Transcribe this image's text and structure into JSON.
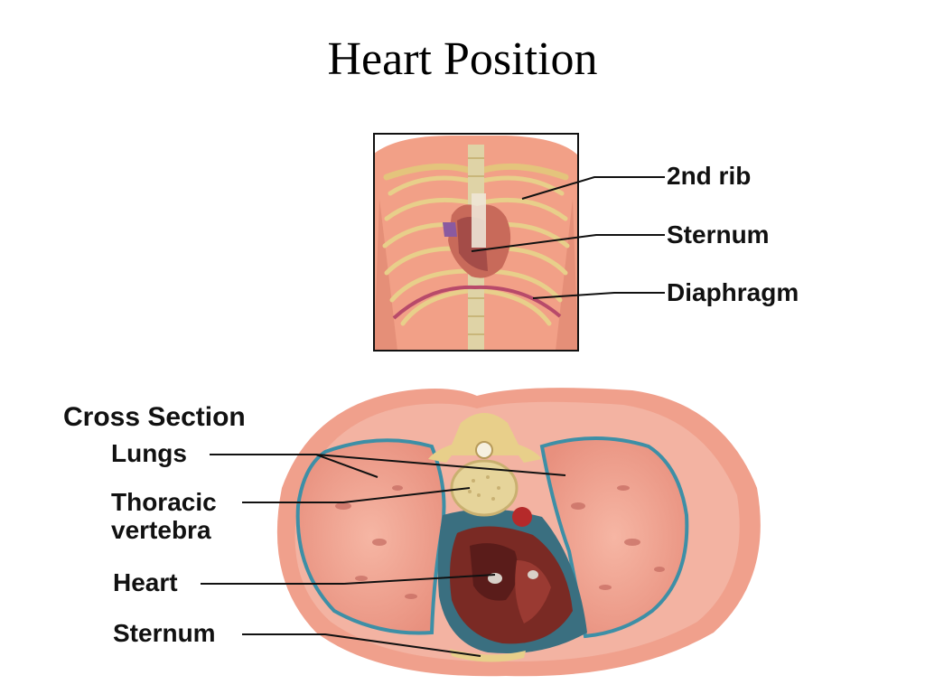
{
  "title": "Heart Position",
  "front_view": {
    "labels": {
      "rib": "2nd rib",
      "sternum": "Sternum",
      "diaphragm": "Diaphragm"
    }
  },
  "cross_section": {
    "heading": "Cross Section",
    "labels": {
      "lungs": "Lungs",
      "vertebra_line1": "Thoracic",
      "vertebra_line2": "vertebra",
      "heart": "Heart",
      "sternum": "Sternum"
    }
  },
  "colors": {
    "skin": "#f2a087",
    "bone": "#e8cf8a",
    "lung": "#eea08f",
    "heart": "#7a2a24",
    "pleura": "#3d8fa6"
  }
}
